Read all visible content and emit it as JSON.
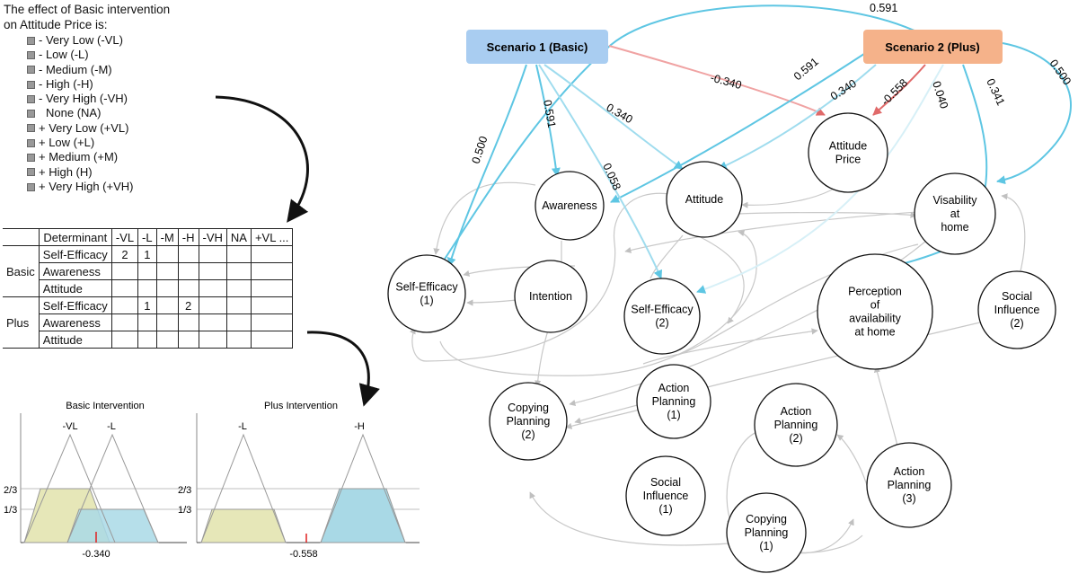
{
  "intro": {
    "line1": "The effect of Basic intervention",
    "line2": "on Attitude Price is:"
  },
  "levels": [
    "- Very Low (-VL)",
    "- Low (-L)",
    "- Medium (-M)",
    "- High (-H)",
    "- Very High (-VH)",
    "None (NA)",
    "+ Very Low (+VL)",
    "+ Low (+L)",
    "+ Medium (+M)",
    "+ High (H)",
    "+ Very High (+VH)"
  ],
  "table": {
    "headers": [
      "Determinant",
      "-VL",
      "-L",
      "-M",
      "-H",
      "-VH",
      "NA",
      "+VL ..."
    ],
    "groups": [
      {
        "name": "Basic",
        "rows": [
          [
            "Self-Efficacy",
            "2",
            "1",
            "",
            "",
            "",
            "",
            ""
          ],
          [
            "Awareness",
            "",
            "",
            "",
            "",
            "",
            "",
            ""
          ],
          [
            "Attitude",
            "",
            "",
            "",
            "",
            "",
            "",
            ""
          ]
        ]
      },
      {
        "name": "Plus",
        "rows": [
          [
            "Self-Efficacy",
            "",
            "1",
            "",
            "2",
            "",
            "",
            ""
          ],
          [
            "Awareness",
            "",
            "",
            "",
            "",
            "",
            "",
            ""
          ],
          [
            "Attitude",
            "",
            "",
            "",
            "",
            "",
            "",
            ""
          ]
        ]
      }
    ]
  },
  "fuzzy": {
    "basic": {
      "title": "Basic Intervention",
      "labels": [
        "-VL",
        "-L"
      ],
      "y_ticks": [
        "2/3",
        "1/3"
      ],
      "result": "-0.340"
    },
    "plus": {
      "title": "Plus Intervention",
      "labels": [
        "-L",
        "-H"
      ],
      "y_ticks": [
        "2/3",
        "1/3"
      ],
      "result": "-0.558"
    }
  },
  "scenarios": {
    "basic": "Scenario 1 (Basic)",
    "plus": "Scenario 2 (Plus)",
    "basic_color": "#a9cdf1",
    "plus_color": "#f5b28a"
  },
  "nodes": {
    "attitude_price": [
      "Attitude",
      "Price"
    ],
    "awareness": [
      "Awareness"
    ],
    "attitude": [
      "Attitude"
    ],
    "visability": [
      "Visability",
      "at",
      "home"
    ],
    "self_efficacy_1": [
      "Self-Efficacy",
      "(1)"
    ],
    "intention": [
      "Intention"
    ],
    "self_efficacy_2": [
      "Self-Efficacy",
      "(2)"
    ],
    "perception": [
      "Perception",
      "of",
      "availability",
      "at home"
    ],
    "social_influence_2": [
      "Social",
      "Influence",
      "(2)"
    ],
    "copying_planning_2": [
      "Copying",
      "Planning",
      "(2)"
    ],
    "action_planning_1": [
      "Action",
      "Planning",
      "(1)"
    ],
    "action_planning_2": [
      "Action",
      "Planning",
      "(2)"
    ],
    "action_planning_3": [
      "Action",
      "Planning",
      "(3)"
    ],
    "social_influence_1": [
      "Social",
      "Influence",
      "(1)"
    ],
    "copying_planning_1": [
      "Copying",
      "Planning",
      "(1)"
    ]
  },
  "weights": {
    "plus_self_efficacy_1_top": "0.591",
    "basic_attitude_price": "-0.340",
    "plus_awareness": "0.591",
    "plus_attitude": "0.340",
    "plus_attitude_price": "-0.558",
    "plus_self_efficacy_2": "0.040",
    "plus_perception": "0.341",
    "plus_visability": "0.500",
    "basic_self_efficacy_1": "0.500",
    "basic_awareness": "0.591",
    "basic_attitude": "0.340",
    "basic_self_efficacy_2": "0.058"
  },
  "colors": {
    "positive": "#5ec6e3",
    "negative": "#e06a6a",
    "neutral": "#c8c8c8",
    "fuzzy_basic": "#e6e7b8",
    "fuzzy_result": "#a9d9e6"
  }
}
